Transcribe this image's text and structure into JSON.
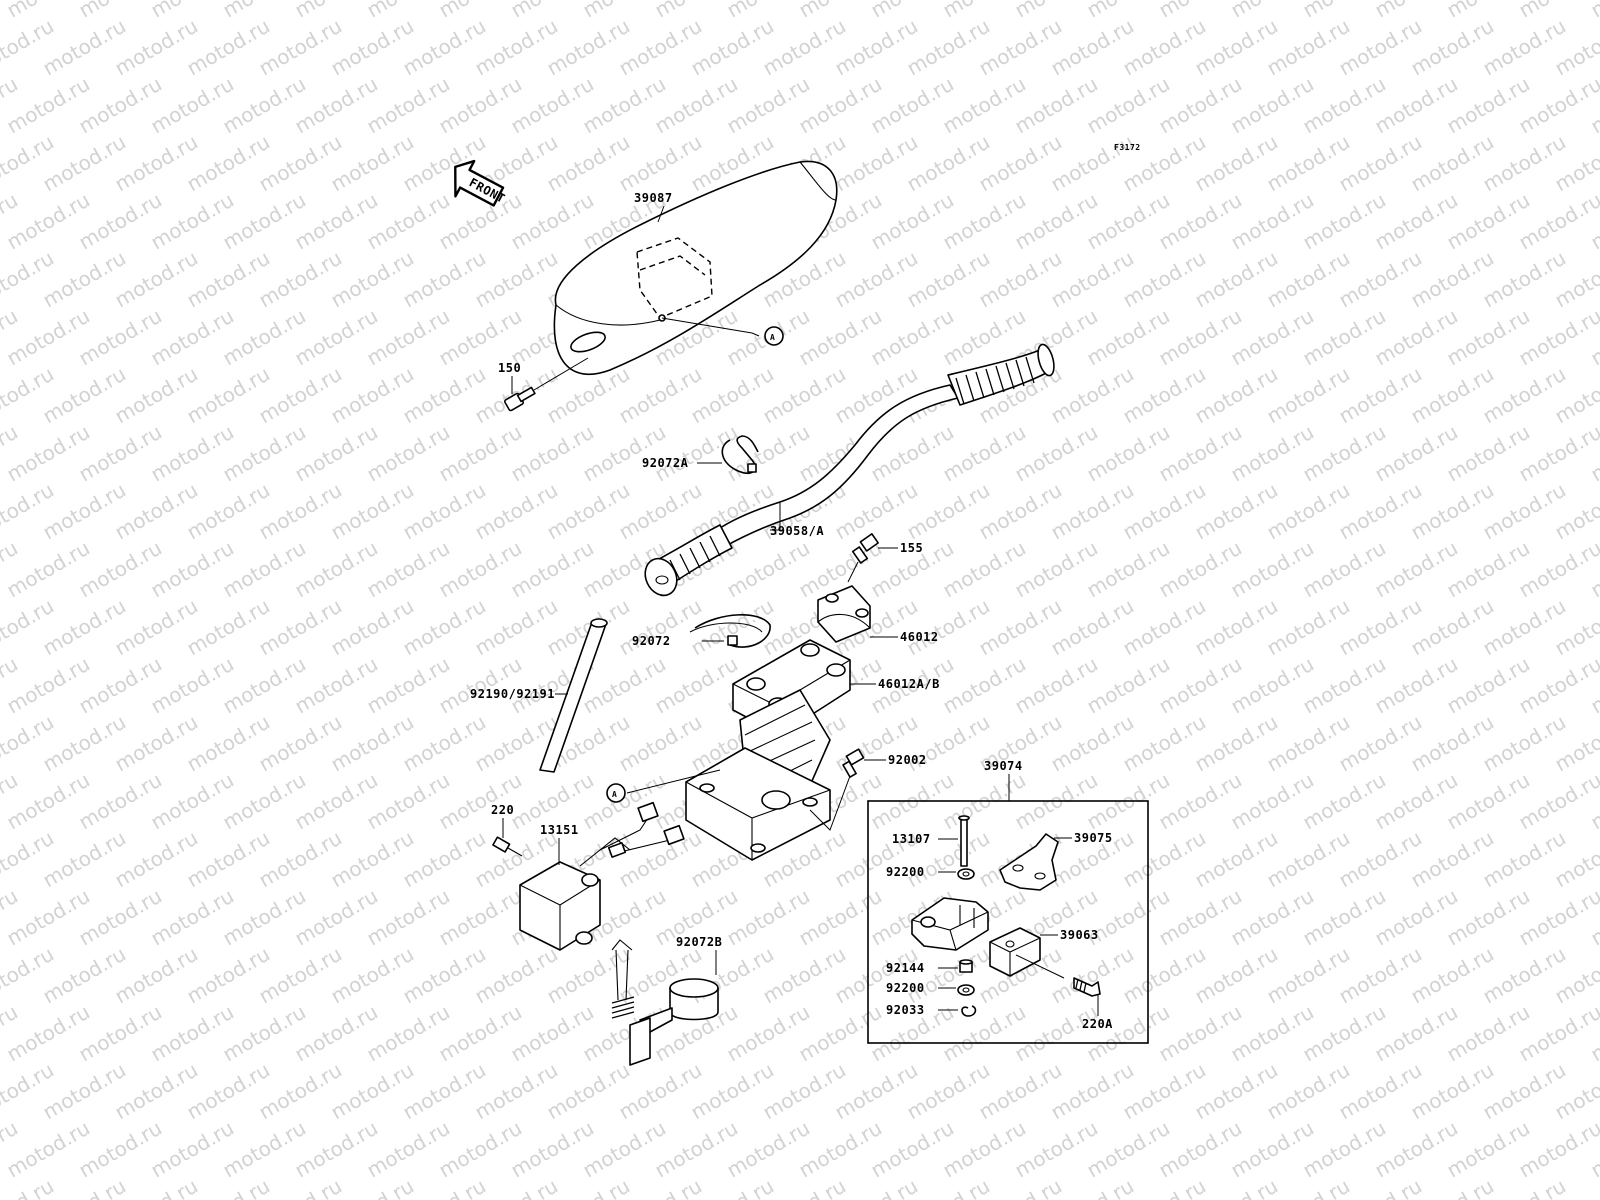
{
  "watermark": "motod.ru",
  "diagram_code": "F3172",
  "front_label": "FRONT",
  "ref_marker": "A",
  "parts": {
    "p39087": "39087",
    "p150": "150",
    "p92072A": "92072A",
    "p39058A": "39058/A",
    "p155": "155",
    "p92072": "92072",
    "p46012": "46012",
    "p92190": "92190/92191",
    "p46012AB": "46012A/B",
    "p92002": "92002",
    "p39074": "39074",
    "p220": "220",
    "p13151": "13151",
    "p13107": "13107",
    "p39075": "39075",
    "p92200a": "92200",
    "p92072B": "92072B",
    "p39063": "39063",
    "p92144": "92144",
    "p92200b": "92200",
    "p92033": "92033",
    "p220A": "220A"
  }
}
